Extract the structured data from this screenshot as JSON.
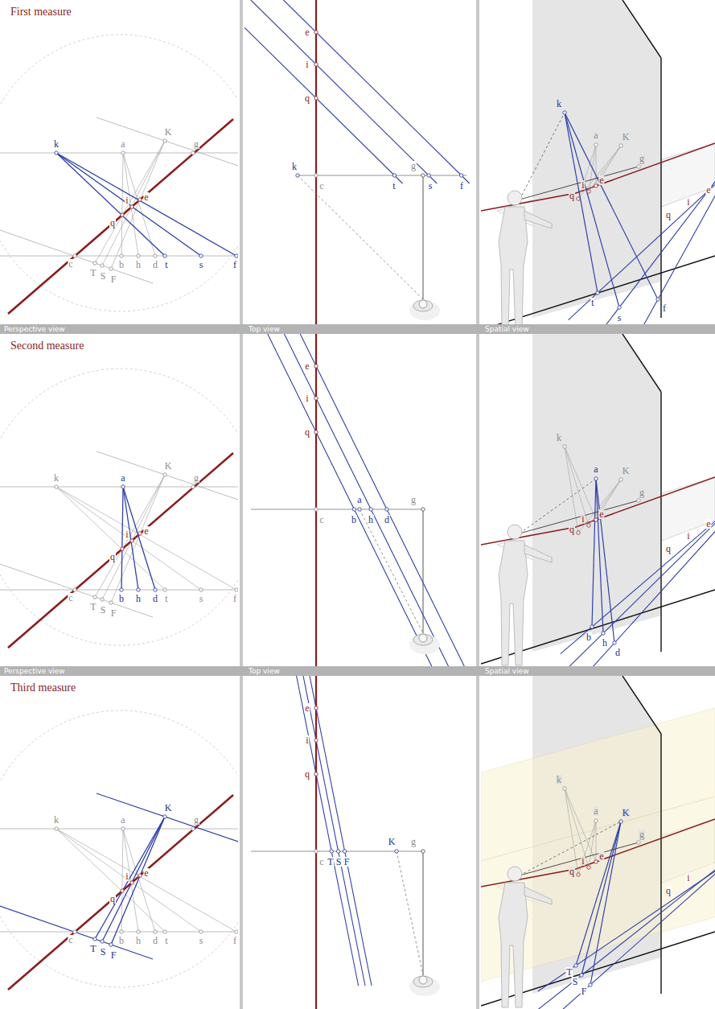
{
  "diagram": {
    "labels": [
      "First measure",
      "k",
      "a",
      "K",
      "g",
      "q",
      "i",
      "e",
      "c",
      "T",
      "S",
      "F",
      "b",
      "h",
      "d",
      "t",
      "s",
      "f",
      "e",
      "i",
      "q",
      "k",
      "c",
      "t",
      "g",
      "s",
      "f",
      "k",
      "a",
      "K",
      "g",
      "q",
      "i",
      "e",
      "q",
      "i",
      "e",
      "t",
      "s",
      "f",
      "Perspective view",
      "Top view",
      "Spatial view",
      "Second measure",
      "k",
      "a",
      "K",
      "g",
      "q",
      "i",
      "e",
      "c",
      "T",
      "S",
      "F",
      "b",
      "h",
      "d",
      "t",
      "s",
      "f",
      "e",
      "i",
      "q",
      "c",
      "a",
      "b",
      "h",
      "d",
      "g",
      "k",
      "a",
      "K",
      "g",
      "q",
      "i",
      "e",
      "q",
      "i",
      "e",
      "b",
      "h",
      "d",
      "Perspective view",
      "Top view",
      "Spatial view",
      "Third measure",
      "k",
      "a",
      "K",
      "g",
      "q",
      "i",
      "e",
      "c",
      "T",
      "S",
      "F",
      "b",
      "h",
      "d",
      "t",
      "s",
      "f",
      "e",
      "i",
      "q",
      "c",
      "T",
      "S",
      "F",
      "K",
      "g",
      "k",
      "a",
      "K",
      "g",
      "q",
      "i",
      "e",
      "q",
      "i",
      "T",
      "S",
      "F"
    ]
  }
}
